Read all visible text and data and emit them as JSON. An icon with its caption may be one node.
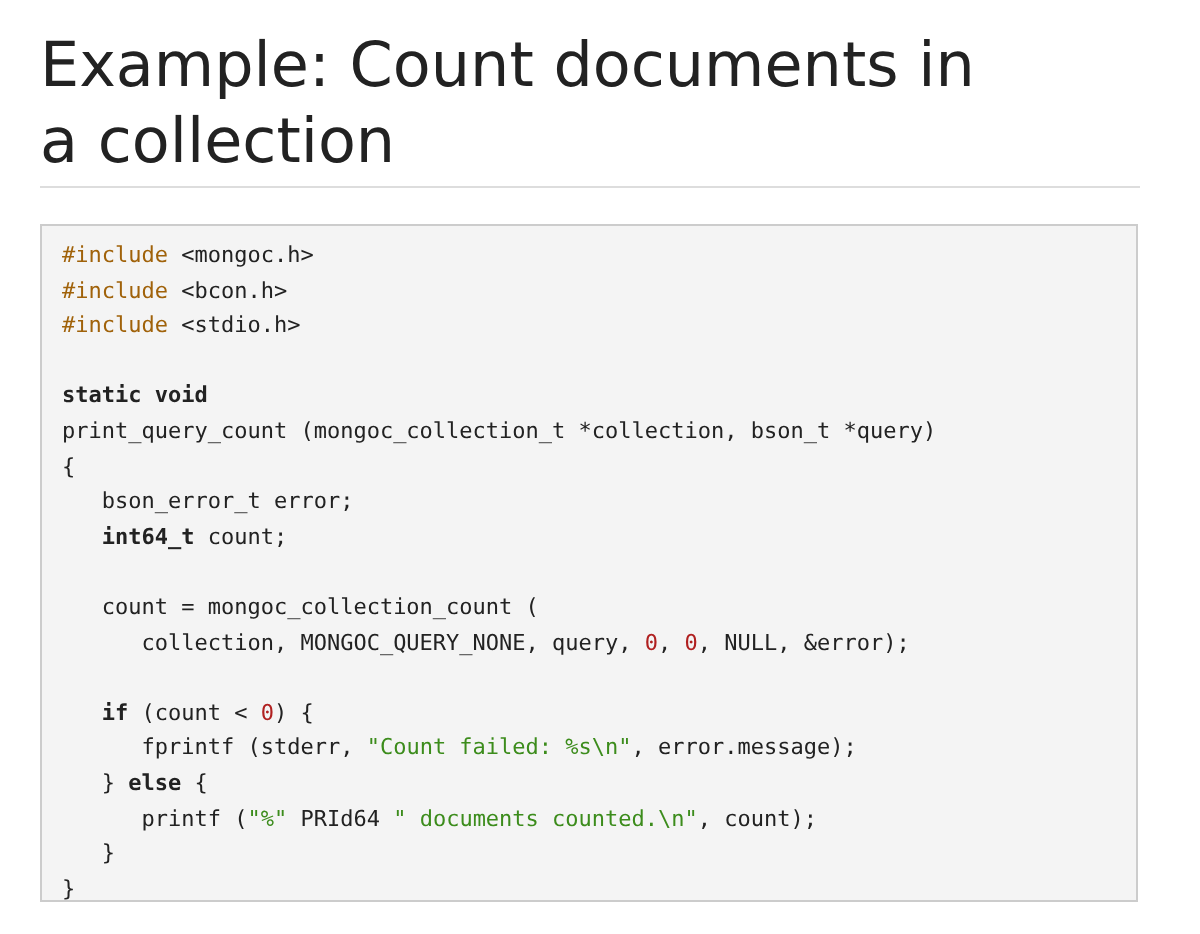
{
  "diagram": {
    "title": "Example: Count documents in a collection",
    "labels": [
      "#include <mongoc.h>",
      "#include <bcon.h>",
      "#include <stdio.h>",
      "**static** **void**",
      "print_query_count (mongoc_collection_t *collection, bson_t *query)",
      "{",
      "   bson_error_t error;",
      "   **int64_t** count;",
      "   count = mongoc_collection_count (",
      "      collection, MONGOC_QUERY_NONE, query, 0, 0, NULL, &error);",
      "   **if** (count < 0) {",
      "      fprintf (stderr, \"Count failed: %s\\n\", error.message);",
      "   } **else** {",
      "      printf (\"%\" PRId64 \" documents counted.\\n\", count);",
      "   }",
      "}"
    ]
  }
}
